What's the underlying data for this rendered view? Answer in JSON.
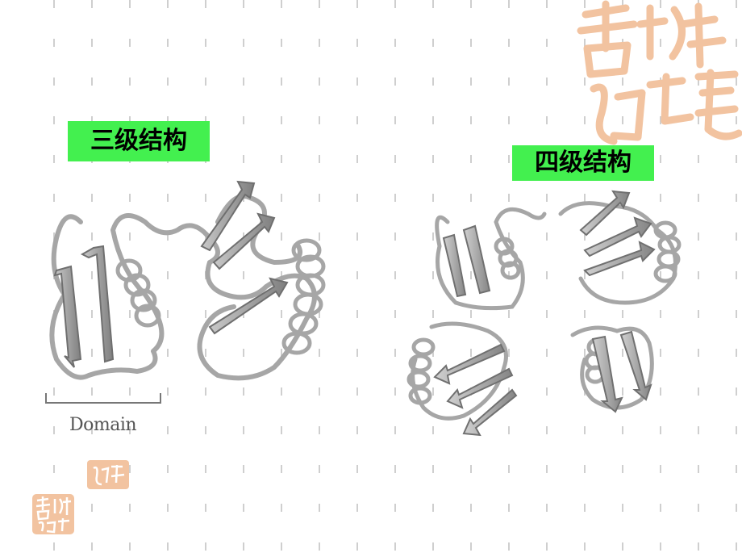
{
  "slide": {
    "tertiary_label": "三级结构",
    "quaternary_label": "四级结构",
    "domain_label": "Domain"
  },
  "colors": {
    "label_background": "#43f04f",
    "grid_dash": "#cfcfcf",
    "ribbon": "#a6a6a6",
    "ribbon_dark": "#7f7f7f",
    "arrow_fill": "#9a9a9a",
    "seal": "#f2c3a0"
  },
  "decorations": {
    "seal_large": "auspicious-seal",
    "seal_small_1": "auspicious-seal-small",
    "seal_small_2": "auspicious-seal-small"
  }
}
